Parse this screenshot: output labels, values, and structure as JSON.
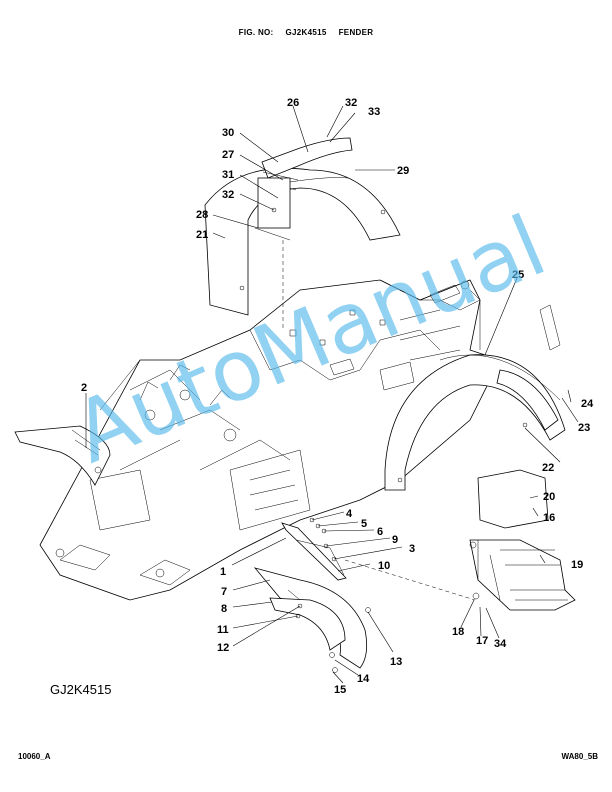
{
  "header": {
    "fig_label": "FIG. NO:",
    "fig_number": "GJ2K4515",
    "fig_title": "FENDER"
  },
  "diagram_code": "GJ2K4515",
  "footer": {
    "left": "10060_A",
    "right": "WA80_5B"
  },
  "watermark": "AutoManual",
  "callouts": [
    "1",
    "2",
    "3",
    "4",
    "5",
    "6",
    "7",
    "8",
    "9",
    "10",
    "11",
    "12",
    "13",
    "14",
    "15",
    "16",
    "17",
    "18",
    "19",
    "20",
    "21",
    "22",
    "23",
    "24",
    "25",
    "26",
    "27",
    "28",
    "29",
    "30",
    "31",
    "32",
    "32",
    "33",
    "34"
  ]
}
